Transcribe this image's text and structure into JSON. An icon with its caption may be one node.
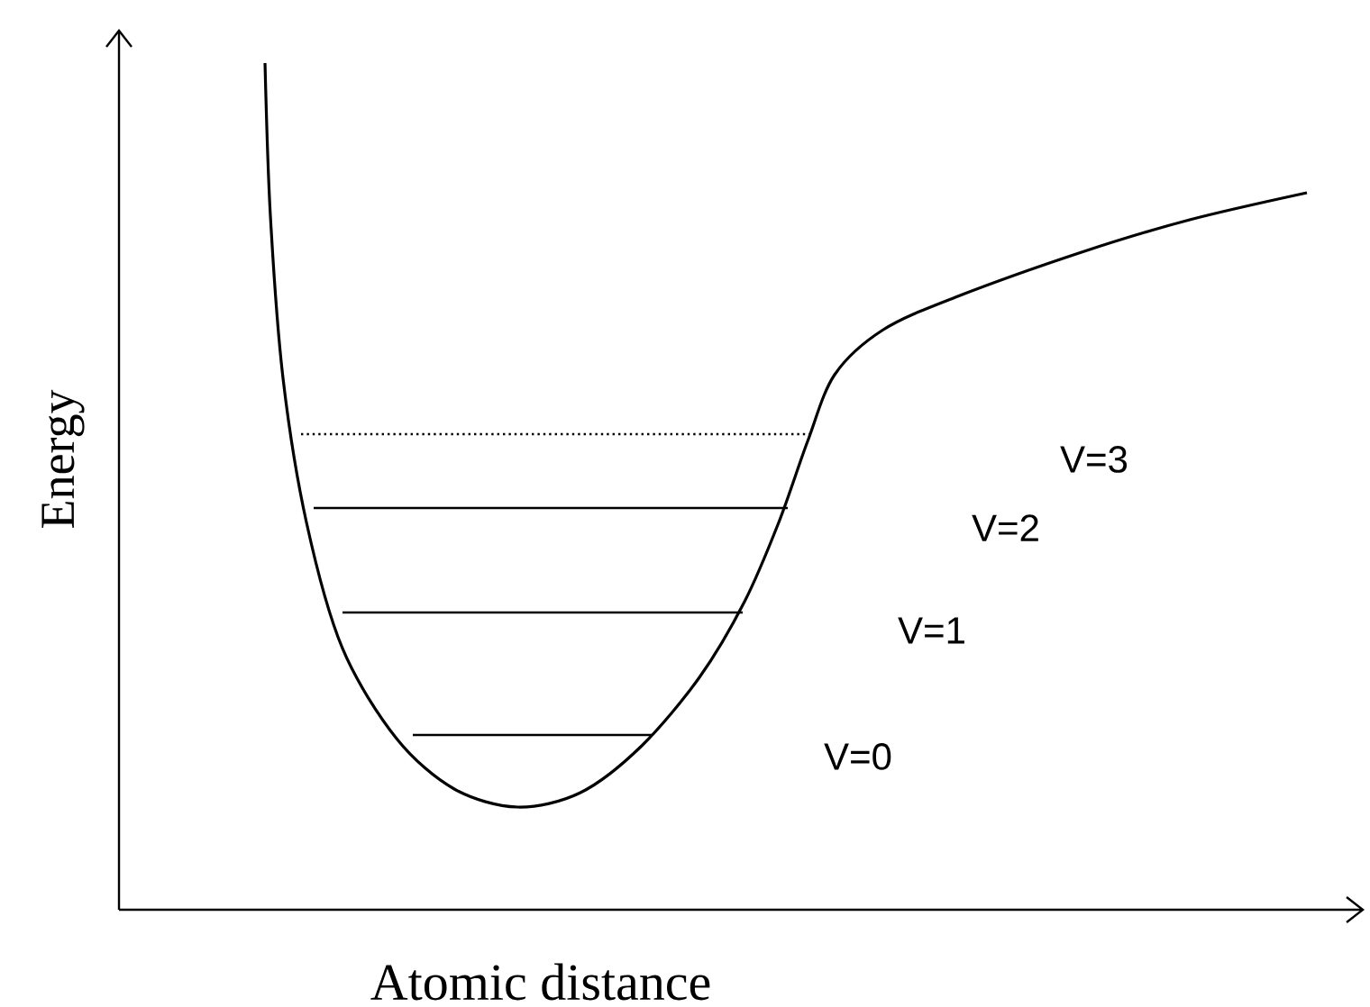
{
  "diagram": {
    "labels": [
      "Energy",
      "V=3",
      "V=2",
      "V=1",
      "V=0",
      "Atomic distance"
    ]
  }
}
